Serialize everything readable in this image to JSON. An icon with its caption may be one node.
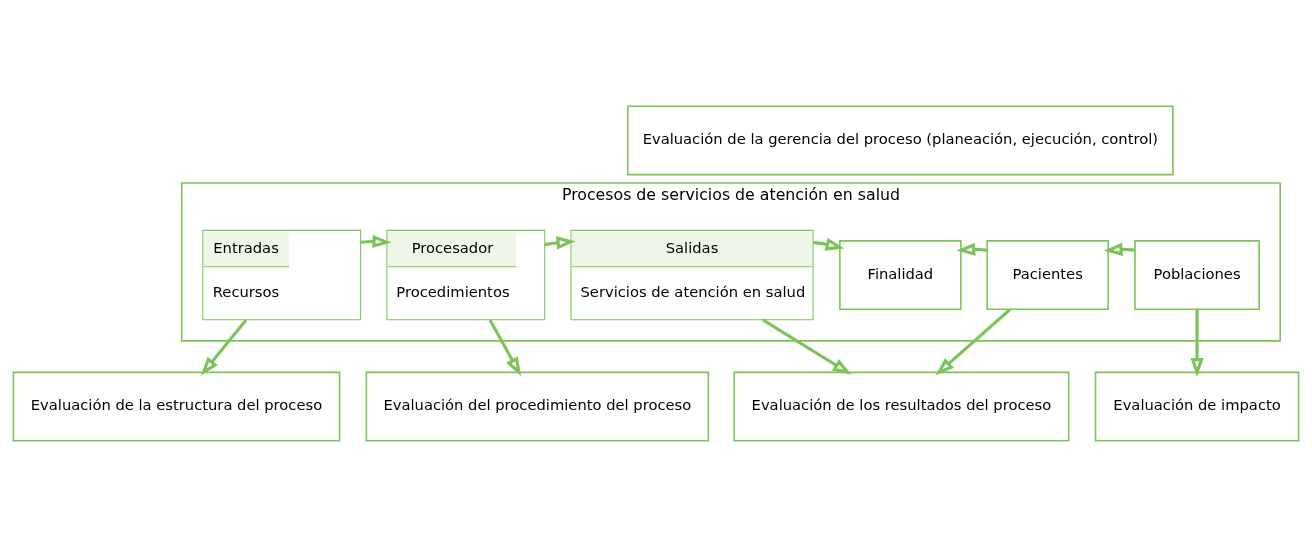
{
  "diagram": {
    "nodes": [
      {
        "text": [
          "Evaluación de la gerencia del proceso (planeación, ejecución, control)"
        ]
      },
      {
        "text": [
          "Procesos de servicios de atención en salud"
        ]
      },
      {
        "text": [
          "Entradas",
          "Recursos"
        ],
        "in": 1
      },
      {
        "text": [
          "Procesador",
          "Procedimientos"
        ],
        "in": 1
      },
      {
        "text": [
          "Salidas",
          "Servicios de atención en salud"
        ],
        "in": 1
      },
      {
        "text": [
          "Finalidad"
        ],
        "in": 1
      },
      {
        "text": [
          "Pacientes"
        ],
        "in": 1
      },
      {
        "text": [
          "Poblaciones"
        ],
        "in": 1
      },
      {
        "text": [
          "Evaluación de la estructura del proceso"
        ]
      },
      {
        "text": [
          "Evaluación del procedimiento del proceso"
        ]
      },
      {
        "text": [
          "Evaluación de los resultados del proceso"
        ]
      },
      {
        "text": [
          "Evaluación de impacto"
        ]
      }
    ],
    "edges": [
      {
        "from": 2,
        "to": 3,
        "arrow": "to"
      },
      {
        "from": 3,
        "to": 4,
        "arrow": "to"
      },
      {
        "from": 4,
        "to": 5,
        "arrow": "to"
      },
      {
        "from": 6,
        "to": 5,
        "arrow": "to"
      },
      {
        "from": 7,
        "to": 6,
        "arrow": "to"
      },
      {
        "from": 2,
        "to": 8,
        "arrow": "to"
      },
      {
        "from": 3,
        "to": 9,
        "arrow": "to"
      },
      {
        "from": 4,
        "to": 10,
        "arrow": "to"
      },
      {
        "from": 6,
        "to": 10,
        "arrow": "to"
      },
      {
        "from": 7,
        "to": 11,
        "arrow": "to"
      }
    ]
  }
}
